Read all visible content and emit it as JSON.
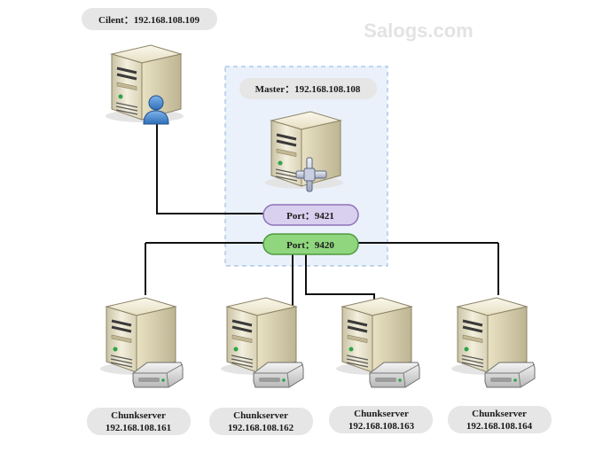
{
  "watermark": "Salogs.com",
  "client": {
    "label": "Cilent：192.168.108.109"
  },
  "master": {
    "label": "Master：192.168.108.108"
  },
  "ports": {
    "p9421": "Port：9421",
    "p9420": "Port：9420"
  },
  "chunkservers": [
    {
      "name": "Chunkserver",
      "ip": "192.168.108.161"
    },
    {
      "name": "Chunkserver",
      "ip": "192.168.108.162"
    },
    {
      "name": "Chunkserver",
      "ip": "192.168.108.163"
    },
    {
      "name": "Chunkserver",
      "ip": "192.168.108.164"
    }
  ],
  "colors": {
    "port_9421_fill": "#d9cfee",
    "port_9421_stroke": "#8e72b8",
    "port_9420_fill": "#8fd67e",
    "port_9420_stroke": "#4f9a3f",
    "master_zone_fill": "#eaf1fb",
    "master_zone_stroke": "#8fb3dd",
    "label_pill": "#e6e6e6"
  }
}
